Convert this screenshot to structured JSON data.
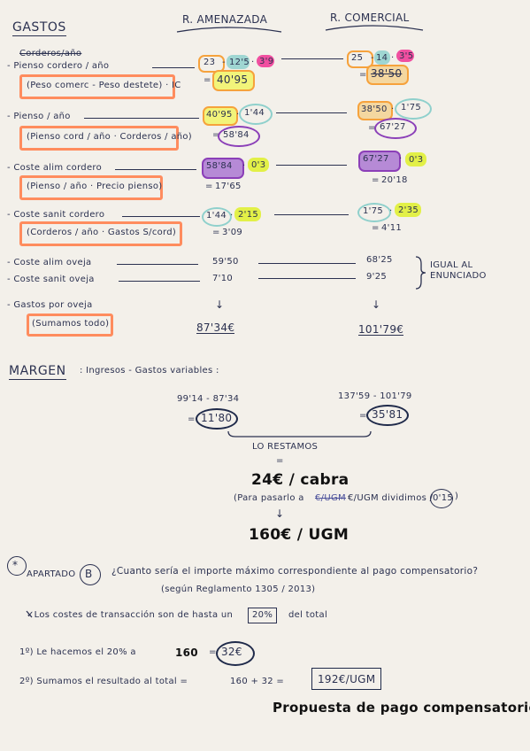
{
  "header": {
    "gastos": "GASTOS",
    "col_amenazada": "R. AMENAZADA",
    "col_comercial": "R. COMERCIAL",
    "crossed": "Corderos/año"
  },
  "rows": {
    "pienso_cordero": {
      "label": "- Pienso cordero / año",
      "formula": "(Peso comerc - Peso destete) · IC",
      "am_a": "23",
      "am_b": "12'5",
      "am_c": "3'9",
      "am_res": "40'95",
      "co_a": "25",
      "co_b": "14",
      "co_c": "3'5",
      "co_res": "38'50"
    },
    "pienso_ano": {
      "label": "- Pienso / año",
      "formula": "(Pienso cord / año · Corderos / año)",
      "am_a": "40'95",
      "am_b": "1'44",
      "am_res": "58'84",
      "co_a": "38'50",
      "co_b": "1'75",
      "co_res": "67'27"
    },
    "coste_alim_cordero": {
      "label": "- Coste alim cordero",
      "formula": "(Pienso / año · Precio pienso)",
      "am_a": "58'84",
      "am_b": "0'3",
      "am_res": "17'65",
      "co_a": "67'27",
      "co_b": "0'3",
      "co_res": "20'18"
    },
    "coste_sanit_cordero": {
      "label": "- Coste sanit cordero",
      "formula": "(Corderos / año · Gastos S/cord)",
      "am_a": "1'44",
      "am_b": "2'15",
      "am_res": "3'09",
      "co_a": "1'75",
      "co_b": "2'35",
      "co_res": "4'11"
    },
    "coste_alim_oveja": {
      "label": "- Coste alim oveja",
      "am": "59'50",
      "co": "68'25"
    },
    "coste_sanit_oveja": {
      "label": "- Coste sanit oveja",
      "am": "7'10",
      "co": "9'25"
    },
    "igual_note": "IGUAL AL ENUNCIADO",
    "gastos_oveja": {
      "label": "- Gastos por oveja",
      "formula": "(Sumamos todo)",
      "arrow": "↓",
      "am": "87'34€",
      "co": "101'79€"
    }
  },
  "margen": {
    "title": "MARGEN",
    "desc": ": Ingresos - Gastos variables :",
    "am_expr": "99'14 - 87'34",
    "am_res": "11'80",
    "co_expr": "137'59 - 101'79",
    "co_res": "35'81",
    "restamos": "LO RESTAMOS",
    "equals": "=",
    "per_cabra": "24€ / cabra",
    "note_prefix": "(Para pasarlo a",
    "note_struck": "€/UGM",
    "note_suffix": "€/UGM dividimos /",
    "note_div": "0'15",
    "note_close": ")",
    "arrow": "↓",
    "per_ugm": "160€ / UGM"
  },
  "apartado": {
    "star": "*",
    "label": "APARTADO",
    "letter": "B",
    "question": "¿Cuanto sería el importe máximo correspondiente al pago compensatorio?",
    "regulation": "(según Reglamento 1305 / 2013)",
    "costs_text_a": "✓Los costes de transacción son de hasta un",
    "costs_pct": "20%",
    "costs_text_b": "del total",
    "step1_a": "1º) Le hacemos el 20% a",
    "step1_num": "160",
    "step1_eq": "=",
    "step1_res": "32€",
    "step2_a": "2º) Sumamos el resultado al total =",
    "step2_expr": "160 + 32 =",
    "step2_res": "192€/UGM",
    "final": "Propuesta de pago compensatorio"
  }
}
